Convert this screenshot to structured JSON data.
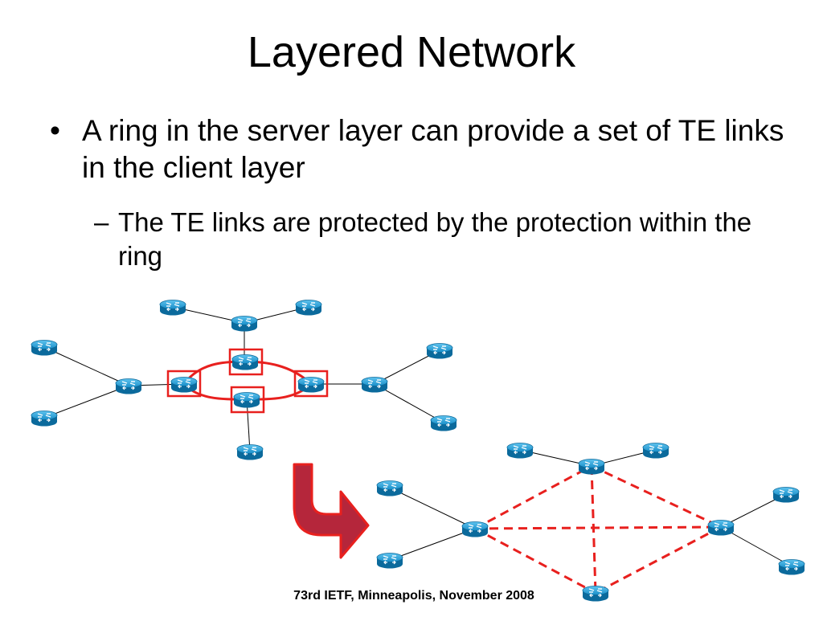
{
  "slide": {
    "title": "Layered Network",
    "bullet_marker": "•",
    "bullet_text": "A ring in the server layer can provide a set of TE links in the client layer",
    "subbullet_marker": "–",
    "subbullet_text": "The TE links are protected by the protection within the ring",
    "footer": "73rd IETF, Minneapolis, November 2008"
  },
  "colors": {
    "router_blue": "#1a8fc9",
    "router_dark": "#0b6a9c",
    "ring_red": "#e8201e",
    "arrow_fill": "#b5263b",
    "arrow_stroke": "#e8201e",
    "link": "#000000"
  },
  "icons": {
    "router": "router-icon",
    "arrow": "curved-arrow-icon"
  }
}
